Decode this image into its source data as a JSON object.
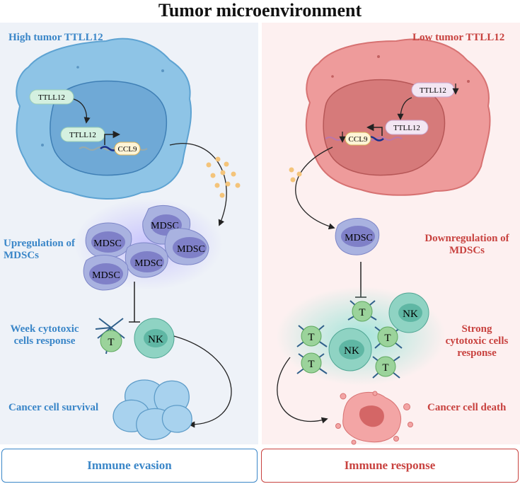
{
  "title": "Tumor microenvironment",
  "left": {
    "heading": "High tumor TTLL12",
    "ttll12_cyto": "TTLL12",
    "ttll12_nuc": "TTLL12",
    "ccl9": "CCL9",
    "mdsc_label": "MDSC",
    "upregulation": "Upregulation of MDSCs",
    "response": "Week cytotoxic cells response",
    "t_label": "T",
    "nk_label": "NK",
    "survival": "Cancer cell survival",
    "box": "Immune evasion"
  },
  "right": {
    "heading": "Low tumor TTLL12",
    "ttll12_cyto": "TTLL12",
    "ttll12_nuc": "TTLL12",
    "ccl9": "CCL9",
    "mdsc_label": "MDSC",
    "downregulation": "Downregulation of MDSCs",
    "response": "Strong cytotoxic cells response",
    "t_label": "T",
    "nk_label": "NK",
    "death": "Cancer cell death",
    "box": "Immune response"
  },
  "colors": {
    "blue_accent": "#3a86c8",
    "red_accent": "#c8423f",
    "tumor_blue": "#8ec4e6",
    "tumor_red": "#ee9b9b",
    "mdsc": "#a9b2e0",
    "t_cell": "#9bd39b",
    "nk_cell": "#8fd3c3"
  }
}
